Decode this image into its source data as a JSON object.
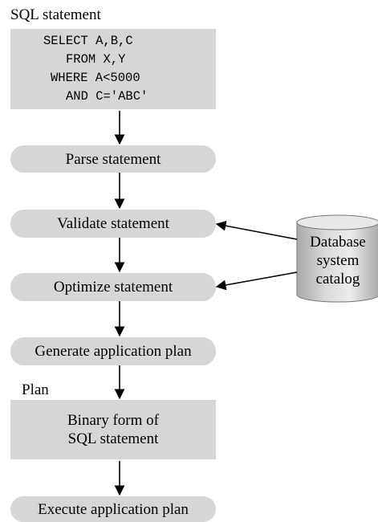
{
  "sql_statement_label": "SQL statement",
  "sql_lines": [
    "SELECT A,B,C",
    "FROM X,Y",
    "WHERE A<5000",
    "AND C='ABC'"
  ],
  "steps": {
    "parse": "Parse statement",
    "validate": "Validate statement",
    "optimize": "Optimize statement",
    "generate": "Generate application plan",
    "execute": "Execute application plan"
  },
  "plan_label": "Plan",
  "plan_box": [
    "Binary form of",
    "SQL statement"
  ],
  "catalog": [
    "Database",
    "system",
    "catalog"
  ]
}
